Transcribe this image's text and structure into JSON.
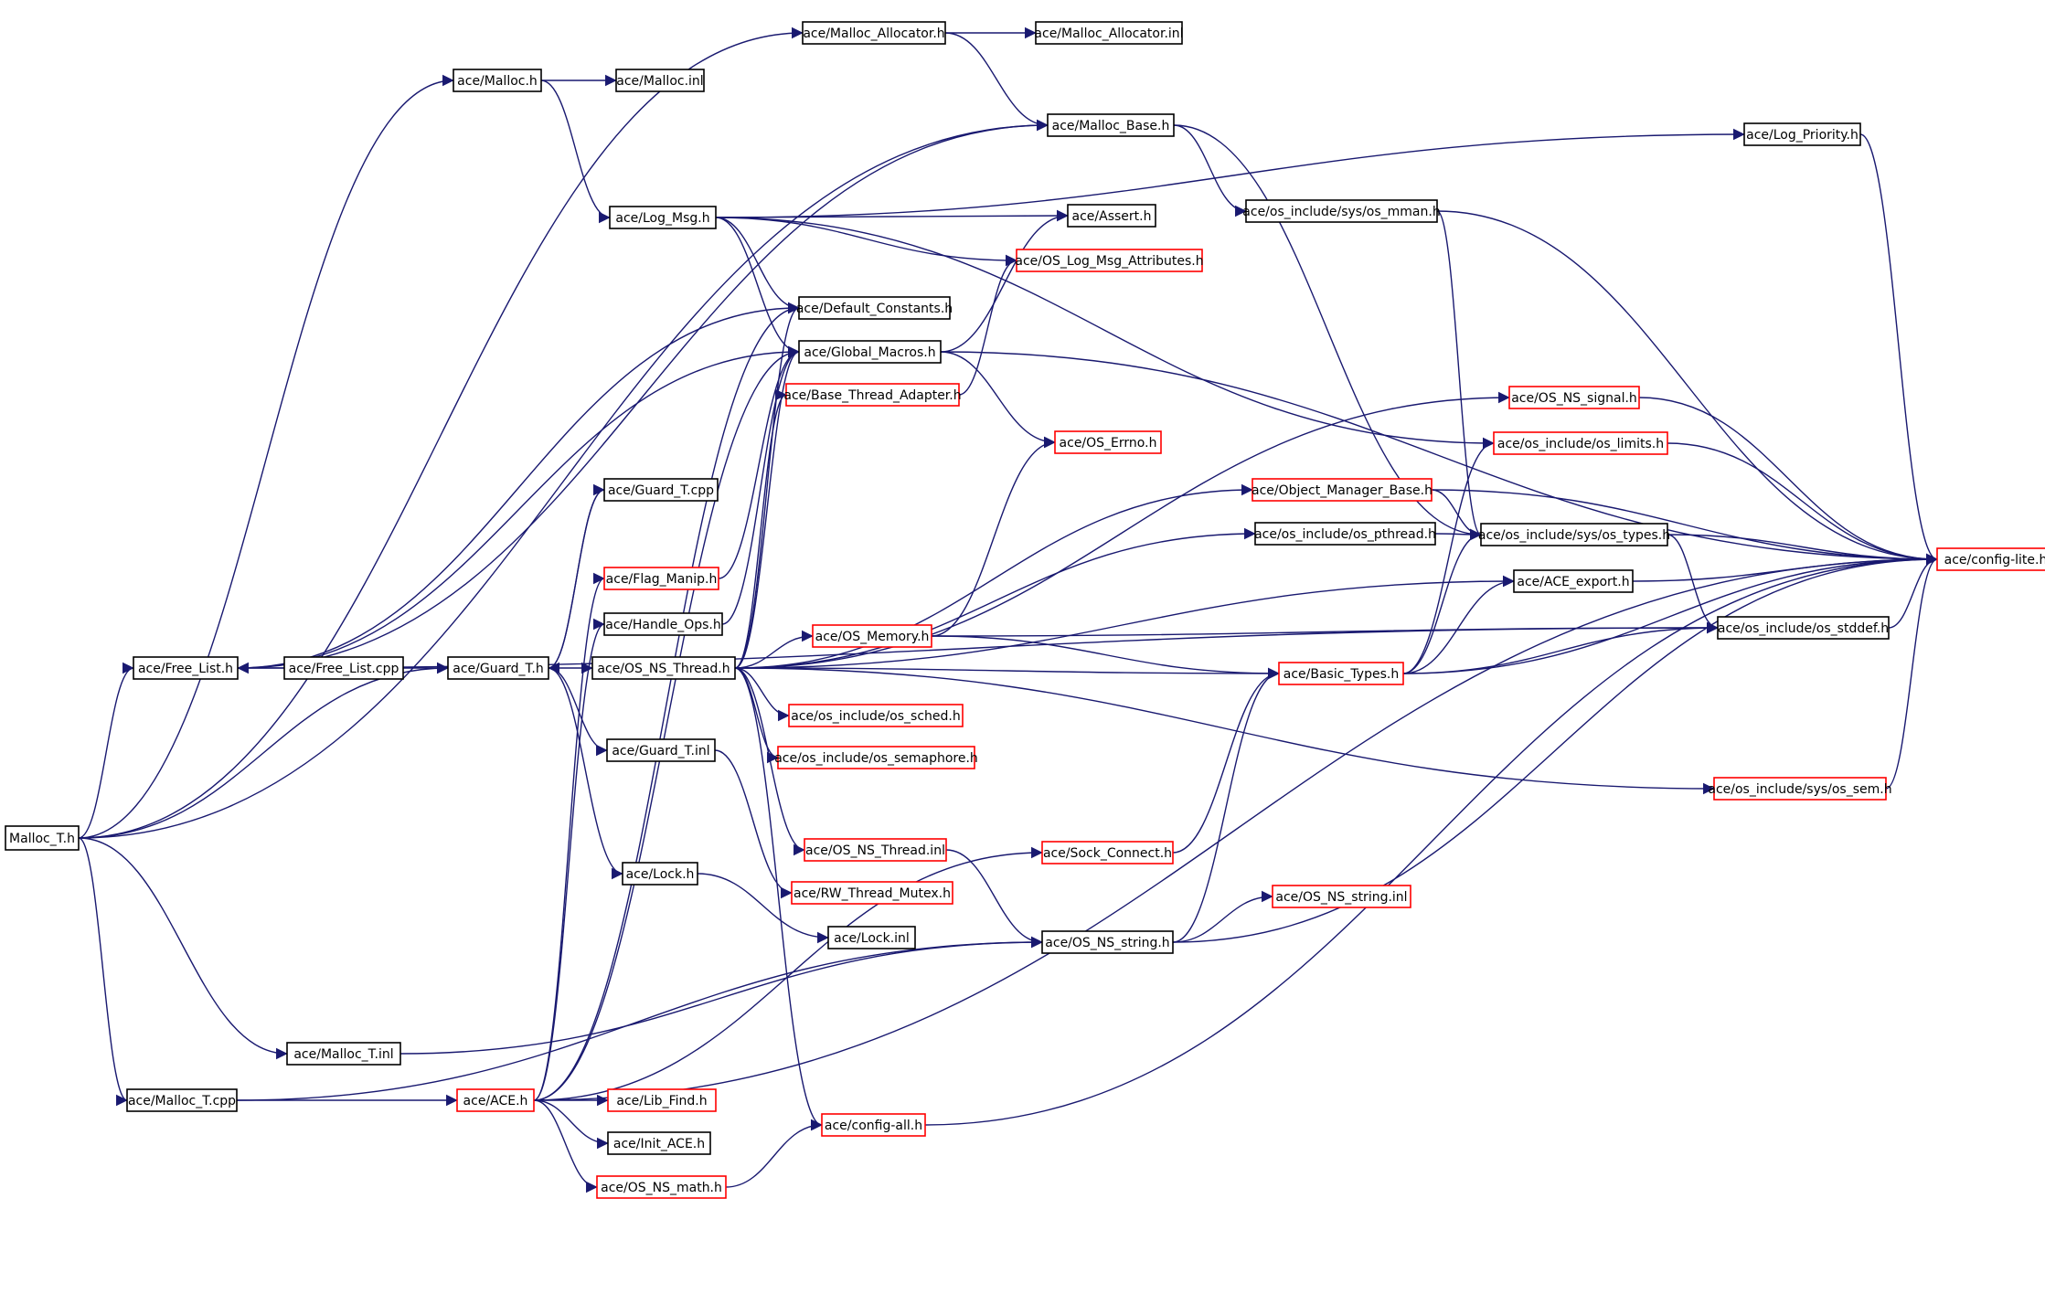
{
  "colors": {
    "edge": "#191970",
    "normal_border": "#000000",
    "incomplete_border": "#ff0000",
    "root_fill": "#bfbfbf"
  },
  "nodes": [
    {
      "id": "malloc_t_h",
      "label": "Malloc_T.h",
      "style": "root"
    },
    {
      "id": "malloc_allocator_h",
      "label": "ace/Malloc_Allocator.h",
      "style": "normal"
    },
    {
      "id": "malloc_allocator_inl",
      "label": "ace/Malloc_Allocator.inl",
      "style": "normal"
    },
    {
      "id": "malloc_h",
      "label": "ace/Malloc.h",
      "style": "normal"
    },
    {
      "id": "malloc_inl",
      "label": "ace/Malloc.inl",
      "style": "normal"
    },
    {
      "id": "malloc_base_h",
      "label": "ace/Malloc_Base.h",
      "style": "normal"
    },
    {
      "id": "log_priority_h",
      "label": "ace/Log_Priority.h",
      "style": "normal"
    },
    {
      "id": "log_msg_h",
      "label": "ace/Log_Msg.h",
      "style": "normal"
    },
    {
      "id": "assert_h",
      "label": "ace/Assert.h",
      "style": "normal"
    },
    {
      "id": "os_mman_h",
      "label": "ace/os_include/sys/os_mman.h",
      "style": "normal"
    },
    {
      "id": "os_log_msg_attr_h",
      "label": "ace/OS_Log_Msg_Attributes.h",
      "style": "incomplete"
    },
    {
      "id": "default_constants_h",
      "label": "ace/Default_Constants.h",
      "style": "normal"
    },
    {
      "id": "global_macros_h",
      "label": "ace/Global_Macros.h",
      "style": "normal"
    },
    {
      "id": "base_thread_adapter_h",
      "label": "ace/Base_Thread_Adapter.h",
      "style": "incomplete"
    },
    {
      "id": "os_ns_signal_h",
      "label": "ace/OS_NS_signal.h",
      "style": "incomplete"
    },
    {
      "id": "os_errno_h",
      "label": "ace/OS_Errno.h",
      "style": "incomplete"
    },
    {
      "id": "os_limits_h",
      "label": "ace/os_include/os_limits.h",
      "style": "incomplete"
    },
    {
      "id": "guard_t_cpp",
      "label": "ace/Guard_T.cpp",
      "style": "normal"
    },
    {
      "id": "object_manager_base_h",
      "label": "ace/Object_Manager_Base.h",
      "style": "incomplete"
    },
    {
      "id": "os_pthread_h",
      "label": "ace/os_include/os_pthread.h",
      "style": "normal"
    },
    {
      "id": "os_types_h",
      "label": "ace/os_include/sys/os_types.h",
      "style": "normal"
    },
    {
      "id": "config_lite_h",
      "label": "ace/config-lite.h",
      "style": "incomplete"
    },
    {
      "id": "flag_manip_h",
      "label": "ace/Flag_Manip.h",
      "style": "incomplete"
    },
    {
      "id": "ace_export_h",
      "label": "ace/ACE_export.h",
      "style": "normal"
    },
    {
      "id": "handle_ops_h",
      "label": "ace/Handle_Ops.h",
      "style": "normal"
    },
    {
      "id": "os_memory_h",
      "label": "ace/OS_Memory.h",
      "style": "incomplete"
    },
    {
      "id": "os_stddef_h",
      "label": "ace/os_include/os_stddef.h",
      "style": "normal"
    },
    {
      "id": "free_list_h",
      "label": "ace/Free_List.h",
      "style": "normal"
    },
    {
      "id": "free_list_cpp",
      "label": "ace/Free_List.cpp",
      "style": "normal"
    },
    {
      "id": "guard_t_h",
      "label": "ace/Guard_T.h",
      "style": "normal"
    },
    {
      "id": "os_ns_thread_h",
      "label": "ace/OS_NS_Thread.h",
      "style": "normal"
    },
    {
      "id": "basic_types_h",
      "label": "ace/Basic_Types.h",
      "style": "incomplete"
    },
    {
      "id": "os_sched_h",
      "label": "ace/os_include/os_sched.h",
      "style": "incomplete"
    },
    {
      "id": "os_semaphore_h",
      "label": "ace/os_include/os_semaphore.h",
      "style": "incomplete"
    },
    {
      "id": "guard_t_inl",
      "label": "ace/Guard_T.inl",
      "style": "normal"
    },
    {
      "id": "os_sem_h",
      "label": "ace/os_include/sys/os_sem.h",
      "style": "incomplete"
    },
    {
      "id": "os_ns_thread_inl",
      "label": "ace/OS_NS_Thread.inl",
      "style": "incomplete"
    },
    {
      "id": "sock_connect_h",
      "label": "ace/Sock_Connect.h",
      "style": "incomplete"
    },
    {
      "id": "lock_h",
      "label": "ace/Lock.h",
      "style": "normal"
    },
    {
      "id": "rw_thread_mutex_h",
      "label": "ace/RW_Thread_Mutex.h",
      "style": "incomplete"
    },
    {
      "id": "os_ns_string_inl",
      "label": "ace/OS_NS_string.inl",
      "style": "incomplete"
    },
    {
      "id": "lock_inl",
      "label": "ace/Lock.inl",
      "style": "normal"
    },
    {
      "id": "os_ns_string_h",
      "label": "ace/OS_NS_string.h",
      "style": "normal"
    },
    {
      "id": "malloc_t_inl",
      "label": "ace/Malloc_T.inl",
      "style": "normal"
    },
    {
      "id": "malloc_t_cpp",
      "label": "ace/Malloc_T.cpp",
      "style": "normal"
    },
    {
      "id": "ace_h",
      "label": "ace/ACE.h",
      "style": "incomplete"
    },
    {
      "id": "lib_find_h",
      "label": "ace/Lib_Find.h",
      "style": "incomplete"
    },
    {
      "id": "config_all_h",
      "label": "ace/config-all.h",
      "style": "incomplete"
    },
    {
      "id": "init_ace_h",
      "label": "ace/Init_ACE.h",
      "style": "normal"
    },
    {
      "id": "os_ns_math_h",
      "label": "ace/OS_NS_math.h",
      "style": "incomplete"
    }
  ],
  "edges": [
    [
      "malloc_t_h",
      "malloc_allocator_h"
    ],
    [
      "malloc_t_h",
      "malloc_h"
    ],
    [
      "malloc_t_h",
      "malloc_base_h"
    ],
    [
      "malloc_t_h",
      "free_list_h"
    ],
    [
      "malloc_t_h",
      "guard_t_h"
    ],
    [
      "malloc_t_h",
      "malloc_t_inl"
    ],
    [
      "malloc_t_h",
      "malloc_t_cpp"
    ],
    [
      "malloc_allocator_h",
      "malloc_allocator_inl"
    ],
    [
      "malloc_allocator_h",
      "malloc_base_h"
    ],
    [
      "malloc_h",
      "malloc_inl"
    ],
    [
      "malloc_h",
      "log_msg_h"
    ],
    [
      "malloc_base_h",
      "os_mman_h"
    ],
    [
      "malloc_base_h",
      "os_types_h"
    ],
    [
      "log_msg_h",
      "log_priority_h"
    ],
    [
      "log_msg_h",
      "assert_h"
    ],
    [
      "log_msg_h",
      "os_log_msg_attr_h"
    ],
    [
      "log_msg_h",
      "default_constants_h"
    ],
    [
      "log_msg_h",
      "global_macros_h"
    ],
    [
      "log_msg_h",
      "os_limits_h"
    ],
    [
      "log_priority_h",
      "config_lite_h"
    ],
    [
      "os_mman_h",
      "config_lite_h"
    ],
    [
      "os_mman_h",
      "os_types_h"
    ],
    [
      "global_macros_h",
      "config_lite_h"
    ],
    [
      "global_macros_h",
      "os_errno_h"
    ],
    [
      "global_macros_h",
      "assert_h"
    ],
    [
      "base_thread_adapter_h",
      "os_log_msg_attr_h"
    ],
    [
      "os_ns_signal_h",
      "config_lite_h"
    ],
    [
      "os_limits_h",
      "config_lite_h"
    ],
    [
      "object_manager_base_h",
      "os_types_h"
    ],
    [
      "object_manager_base_h",
      "config_lite_h"
    ],
    [
      "os_pthread_h",
      "os_types_h"
    ],
    [
      "os_types_h",
      "config_lite_h"
    ],
    [
      "os_types_h",
      "os_stddef_h"
    ],
    [
      "ace_export_h",
      "config_lite_h"
    ],
    [
      "os_memory_h",
      "os_errno_h"
    ],
    [
      "os_memory_h",
      "os_stddef_h"
    ],
    [
      "os_memory_h",
      "basic_types_h"
    ],
    [
      "os_stddef_h",
      "config_lite_h"
    ],
    [
      "basic_types_h",
      "config_lite_h"
    ],
    [
      "basic_types_h",
      "os_stddef_h"
    ],
    [
      "basic_types_h",
      "ace_export_h"
    ],
    [
      "basic_types_h",
      "os_limits_h"
    ],
    [
      "basic_types_h",
      "os_types_h"
    ],
    [
      "free_list_h",
      "default_constants_h"
    ],
    [
      "free_list_h",
      "global_macros_h"
    ],
    [
      "free_list_h",
      "malloc_base_h"
    ],
    [
      "free_list_h",
      "os_stddef_h"
    ],
    [
      "free_list_cpp",
      "free_list_h"
    ],
    [
      "free_list_cpp",
      "guard_t_h"
    ],
    [
      "guard_t_h",
      "guard_t_cpp"
    ],
    [
      "guard_t_h",
      "os_ns_thread_h"
    ],
    [
      "guard_t_h",
      "guard_t_inl"
    ],
    [
      "guard_t_h",
      "lock_h"
    ],
    [
      "guard_t_cpp",
      "guard_t_h"
    ],
    [
      "os_ns_thread_h",
      "default_constants_h"
    ],
    [
      "os_ns_thread_h",
      "global_macros_h"
    ],
    [
      "os_ns_thread_h",
      "base_thread_adapter_h"
    ],
    [
      "os_ns_thread_h",
      "os_ns_signal_h"
    ],
    [
      "os_ns_thread_h",
      "object_manager_base_h"
    ],
    [
      "os_ns_thread_h",
      "os_pthread_h"
    ],
    [
      "os_ns_thread_h",
      "ace_export_h"
    ],
    [
      "os_ns_thread_h",
      "os_memory_h"
    ],
    [
      "os_ns_thread_h",
      "basic_types_h"
    ],
    [
      "os_ns_thread_h",
      "os_sched_h"
    ],
    [
      "os_ns_thread_h",
      "os_semaphore_h"
    ],
    [
      "os_ns_thread_h",
      "os_sem_h"
    ],
    [
      "os_ns_thread_h",
      "os_ns_thread_inl"
    ],
    [
      "os_ns_thread_h",
      "config_all_h"
    ],
    [
      "os_ns_thread_inl",
      "os_ns_string_h"
    ],
    [
      "guard_t_inl",
      "rw_thread_mutex_h"
    ],
    [
      "lock_h",
      "lock_inl"
    ],
    [
      "os_sem_h",
      "config_lite_h"
    ],
    [
      "sock_connect_h",
      "basic_types_h"
    ],
    [
      "os_ns_string_h",
      "os_ns_string_inl"
    ],
    [
      "os_ns_string_h",
      "basic_types_h"
    ],
    [
      "os_ns_string_h",
      "config_lite_h"
    ],
    [
      "malloc_t_inl",
      "os_ns_string_h"
    ],
    [
      "malloc_t_cpp",
      "ace_h"
    ],
    [
      "malloc_t_cpp",
      "os_ns_string_h"
    ],
    [
      "ace_h",
      "flag_manip_h"
    ],
    [
      "ace_h",
      "handle_ops_h"
    ],
    [
      "ace_h",
      "default_constants_h"
    ],
    [
      "ace_h",
      "global_macros_h"
    ],
    [
      "ace_h",
      "lib_find_h"
    ],
    [
      "ace_h",
      "init_ace_h"
    ],
    [
      "ace_h",
      "os_ns_math_h"
    ],
    [
      "ace_h",
      "sock_connect_h"
    ],
    [
      "ace_h",
      "config_lite_h"
    ],
    [
      "os_ns_math_h",
      "config_all_h"
    ],
    [
      "config_all_h",
      "config_lite_h"
    ],
    [
      "handle_ops_h",
      "global_macros_h"
    ],
    [
      "flag_manip_h",
      "global_macros_h"
    ]
  ]
}
